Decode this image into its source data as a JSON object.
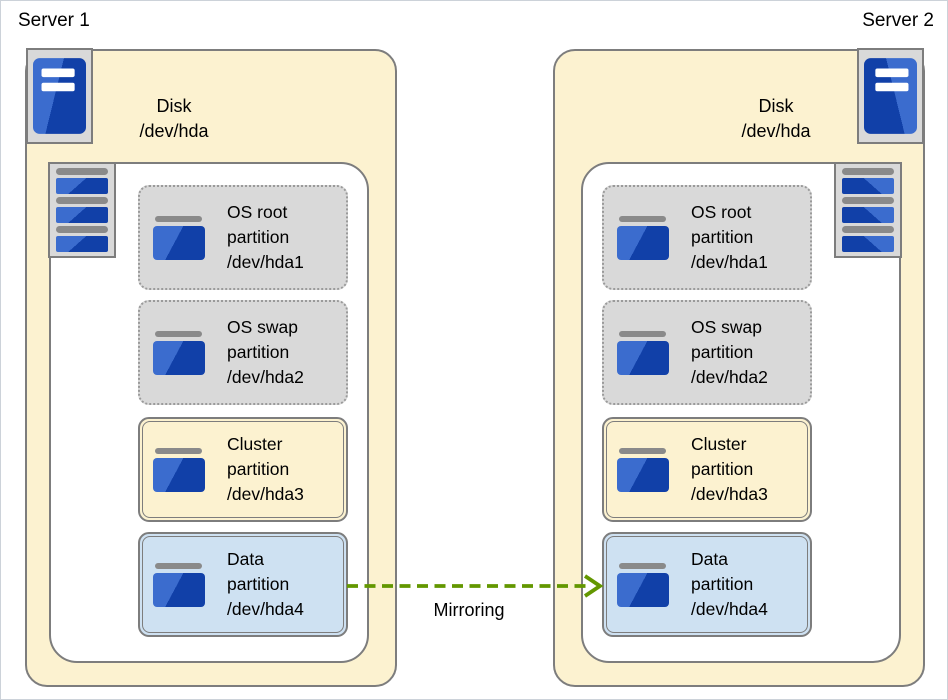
{
  "servers": [
    {
      "name": "Server 1",
      "disk": {
        "line1": "Disk",
        "line2": "/dev/hda"
      },
      "partitions": [
        {
          "name": "OS root",
          "kind": "partition",
          "device": "/dev/hda1",
          "type": "os"
        },
        {
          "name": "OS swap",
          "kind": "partition",
          "device": "/dev/hda2",
          "type": "os"
        },
        {
          "name": "Cluster",
          "kind": "partition",
          "device": "/dev/hda3",
          "type": "cluster"
        },
        {
          "name": "Data",
          "kind": "partition",
          "device": "/dev/hda4",
          "type": "data"
        }
      ]
    },
    {
      "name": "Server 2",
      "disk": {
        "line1": "Disk",
        "line2": "/dev/hda"
      },
      "partitions": [
        {
          "name": "OS root",
          "kind": "partition",
          "device": "/dev/hda1",
          "type": "os"
        },
        {
          "name": "OS swap",
          "kind": "partition",
          "device": "/dev/hda2",
          "type": "os"
        },
        {
          "name": "Cluster",
          "kind": "partition",
          "device": "/dev/hda3",
          "type": "cluster"
        },
        {
          "name": "Data",
          "kind": "partition",
          "device": "/dev/hda4",
          "type": "data"
        }
      ]
    }
  ],
  "arrow": {
    "label": "Mirroring",
    "color": "#639700"
  },
  "icons": {
    "server": "server-tower-icon",
    "disk": "disk-stack-icon",
    "partition": "partition-icon"
  },
  "colors": {
    "server_fill": "#FCF2D0",
    "cluster_fill": "#FCF2D0",
    "data_fill": "#CEE1F2",
    "os_fill": "#D9D9D9",
    "icon_box_fill": "#D9D9D9",
    "border_gray": "#7D7D7D",
    "icon_blue_light": "#3B6CCE",
    "icon_blue_dark": "#1140A8",
    "icon_bar_gray": "#8A8A8A",
    "arrow_green": "#639700"
  }
}
